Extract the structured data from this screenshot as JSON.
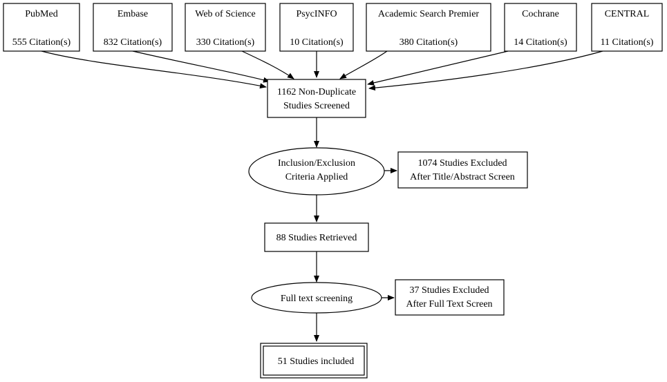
{
  "sources": [
    {
      "name": "PubMed",
      "count": "555 Citation(s)"
    },
    {
      "name": "Embase",
      "count": "832 Citation(s)"
    },
    {
      "name": "Web of Science",
      "count": "330 Citation(s)"
    },
    {
      "name": "PsycINFO",
      "count": "10 Citation(s)"
    },
    {
      "name": "Academic Search Premier",
      "count": "380 Citation(s)"
    },
    {
      "name": "Cochrane",
      "count": "14 Citation(s)"
    },
    {
      "name": "CENTRAL",
      "count": "11 Citation(s)"
    }
  ],
  "screened": {
    "line1": "1162 Non-Duplicate",
    "line2": "Studies Screened"
  },
  "criteria": {
    "line1": "Inclusion/Exclusion",
    "line2": "Criteria Applied"
  },
  "excluded_title": {
    "line1": "1074 Studies Excluded",
    "line2": "After Title/Abstract Screen"
  },
  "retrieved": {
    "label": "88 Studies Retrieved"
  },
  "fulltext": {
    "label": "Full text screening"
  },
  "excluded_fulltext": {
    "line1": "37 Studies Excluded",
    "line2": "After Full Text Screen"
  },
  "included": {
    "label": "51 Studies included"
  }
}
